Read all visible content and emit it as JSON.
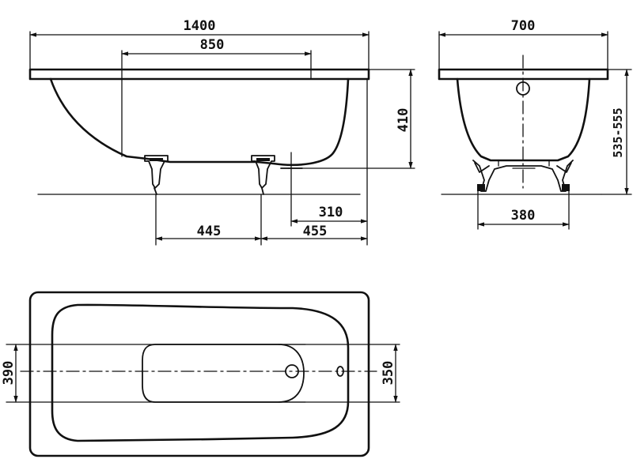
{
  "dimensions": {
    "overall_length": "1400",
    "inner_length": "850",
    "height_410": "410",
    "leg_spacing": "445",
    "leg_to_end": "455",
    "drain_offset": "310",
    "overall_width": "700",
    "total_height": "535-555",
    "leg_width": "380",
    "inner_width_390": "390",
    "inner_width_350": "350"
  }
}
